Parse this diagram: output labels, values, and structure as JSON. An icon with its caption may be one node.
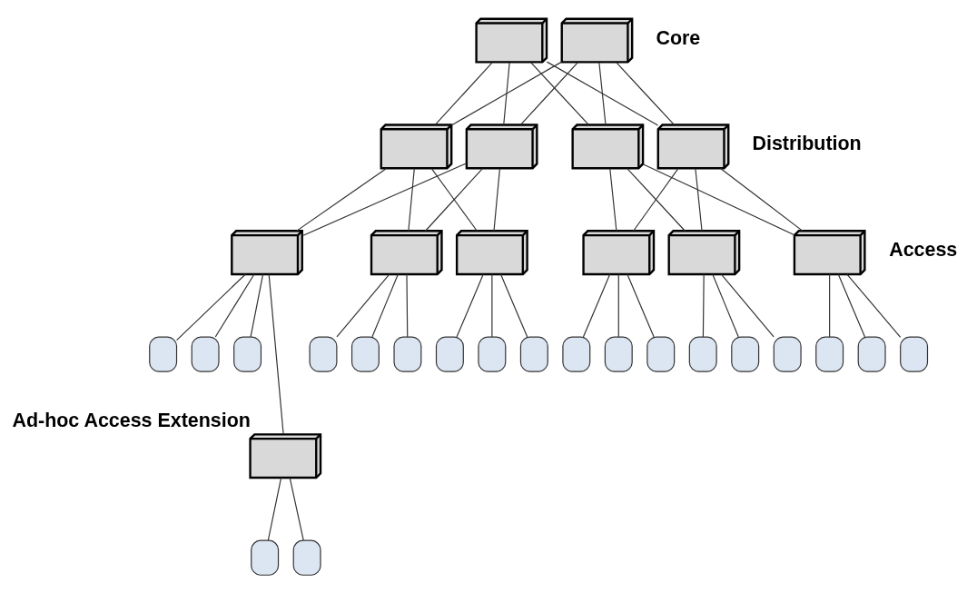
{
  "diagram": {
    "nodes": [
      {
        "text": [],
        "shape": "switch"
      },
      {
        "text": [],
        "shape": "switch"
      },
      {
        "text": [],
        "shape": "switch"
      },
      {
        "text": [],
        "shape": "switch"
      },
      {
        "text": [],
        "shape": "switch"
      },
      {
        "text": [],
        "shape": "switch"
      },
      {
        "text": [],
        "shape": "switch"
      },
      {
        "text": [],
        "shape": "switch"
      },
      {
        "text": [],
        "shape": "switch"
      },
      {
        "text": [],
        "shape": "switch"
      },
      {
        "text": [],
        "shape": "switch"
      },
      {
        "text": [],
        "shape": "switch"
      },
      {
        "text": [],
        "shape": "computer"
      },
      {
        "text": [],
        "shape": "computer"
      },
      {
        "text": [],
        "shape": "computer"
      },
      {
        "text": [],
        "shape": "computer"
      },
      {
        "text": [],
        "shape": "computer"
      },
      {
        "text": [],
        "shape": "computer"
      },
      {
        "text": [],
        "shape": "computer"
      },
      {
        "text": [],
        "shape": "computer"
      },
      {
        "text": [],
        "shape": "computer"
      },
      {
        "text": [],
        "shape": "computer"
      },
      {
        "text": [],
        "shape": "computer"
      },
      {
        "text": [],
        "shape": "computer"
      },
      {
        "text": [],
        "shape": "computer"
      },
      {
        "text": [],
        "shape": "computer"
      },
      {
        "text": [],
        "shape": "computer"
      },
      {
        "text": [],
        "shape": "computer"
      },
      {
        "text": [],
        "shape": "computer"
      },
      {
        "text": [],
        "shape": "computer"
      },
      {
        "text": [],
        "shape": "switch",
        "beside": [
          "Ad-hoc Access Extension"
        ]
      },
      {
        "text": [],
        "shape": "computer"
      },
      {
        "text": [],
        "shape": "computer"
      }
    ],
    "edges": [
      {
        "from": 0,
        "to": 2,
        "arrow": "none"
      },
      {
        "from": 1,
        "to": 2,
        "arrow": "none"
      },
      {
        "from": 0,
        "to": 3,
        "arrow": "none"
      },
      {
        "from": 1,
        "to": 3,
        "arrow": "none"
      },
      {
        "from": 0,
        "to": 4,
        "arrow": "none"
      },
      {
        "from": 0,
        "to": 5,
        "arrow": "none"
      },
      {
        "from": 1,
        "to": 4,
        "arrow": "none"
      },
      {
        "from": 1,
        "to": 5,
        "arrow": "none"
      },
      {
        "from": 2,
        "to": 6,
        "arrow": "none"
      },
      {
        "from": 2,
        "to": 7,
        "arrow": "none"
      },
      {
        "from": 2,
        "to": 8,
        "arrow": "none"
      },
      {
        "from": 3,
        "to": 6,
        "arrow": "none"
      },
      {
        "from": 3,
        "to": 7,
        "arrow": "none"
      },
      {
        "from": 3,
        "to": 8,
        "arrow": "none"
      },
      {
        "from": 4,
        "to": 9,
        "arrow": "none"
      },
      {
        "from": 4,
        "to": 10,
        "arrow": "none"
      },
      {
        "from": 4,
        "to": 11,
        "arrow": "none"
      },
      {
        "from": 5,
        "to": 9,
        "arrow": "none"
      },
      {
        "from": 5,
        "to": 10,
        "arrow": "none"
      },
      {
        "from": 5,
        "to": 11,
        "arrow": "none"
      },
      {
        "from": 6,
        "to": 12,
        "arrow": "none"
      },
      {
        "from": 6,
        "to": 13,
        "arrow": "none"
      },
      {
        "from": 6,
        "to": 14,
        "arrow": "none"
      },
      {
        "from": 6,
        "to": 30,
        "arrow": "none"
      },
      {
        "from": 7,
        "to": 15,
        "arrow": "none"
      },
      {
        "from": 7,
        "to": 16,
        "arrow": "none"
      },
      {
        "from": 7,
        "to": 17,
        "arrow": "none"
      },
      {
        "from": 8,
        "to": 18,
        "arrow": "none"
      },
      {
        "from": 8,
        "to": 19,
        "arrow": "none"
      },
      {
        "from": 8,
        "to": 20,
        "arrow": "none"
      },
      {
        "from": 9,
        "to": 21,
        "arrow": "none"
      },
      {
        "from": 9,
        "to": 22,
        "arrow": "none"
      },
      {
        "from": 9,
        "to": 23,
        "arrow": "none"
      },
      {
        "from": 10,
        "to": 24,
        "arrow": "none"
      },
      {
        "from": 10,
        "to": 25,
        "arrow": "none"
      },
      {
        "from": 10,
        "to": 26,
        "arrow": "none"
      },
      {
        "from": 11,
        "to": 27,
        "arrow": "none"
      },
      {
        "from": 11,
        "to": 28,
        "arrow": "none"
      },
      {
        "from": 11,
        "to": 29,
        "arrow": "none"
      },
      {
        "from": 30,
        "to": 31,
        "arrow": "none"
      },
      {
        "from": 30,
        "to": 32,
        "arrow": "none"
      }
    ],
    "labels": [
      "Core",
      "Distribution",
      "Access"
    ]
  }
}
